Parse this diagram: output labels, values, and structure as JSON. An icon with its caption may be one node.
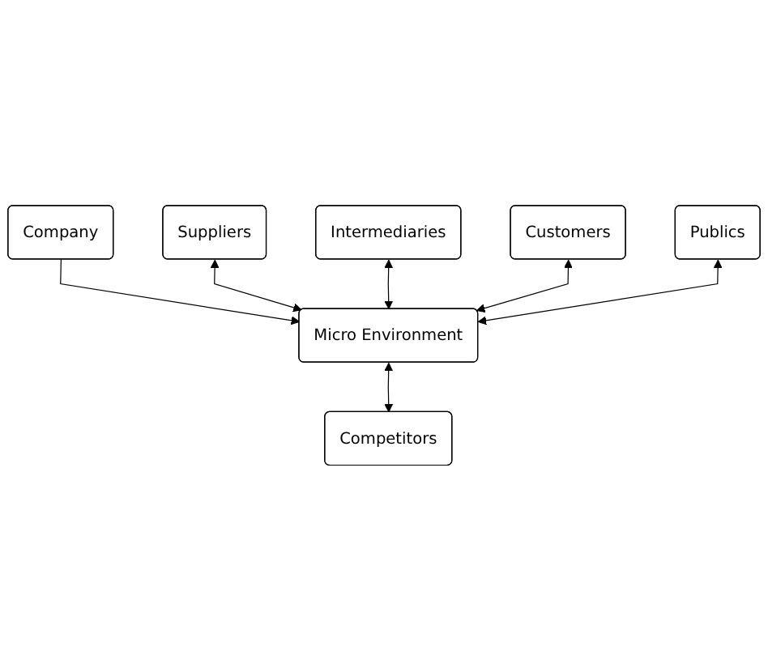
{
  "diagram": {
    "nodes": [
      {
        "text": [
          "Company"
        ]
      },
      {
        "text": [
          "Suppliers"
        ]
      },
      {
        "text": [
          "Intermediaries"
        ]
      },
      {
        "text": [
          "Micro Environment"
        ]
      },
      {
        "text": [
          "Customers"
        ]
      },
      {
        "text": [
          "Publics"
        ]
      },
      {
        "text": [
          "Competitors"
        ]
      }
    ],
    "edges": [
      {
        "from": 0,
        "to": 3,
        "arrow": "to"
      },
      {
        "from": 1,
        "to": 3,
        "arrow": "both"
      },
      {
        "from": 2,
        "to": 3,
        "arrow": "both"
      },
      {
        "from": 4,
        "to": 3,
        "arrow": "both"
      },
      {
        "from": 5,
        "to": 3,
        "arrow": "both"
      },
      {
        "from": 3,
        "to": 6,
        "arrow": "both"
      }
    ]
  }
}
